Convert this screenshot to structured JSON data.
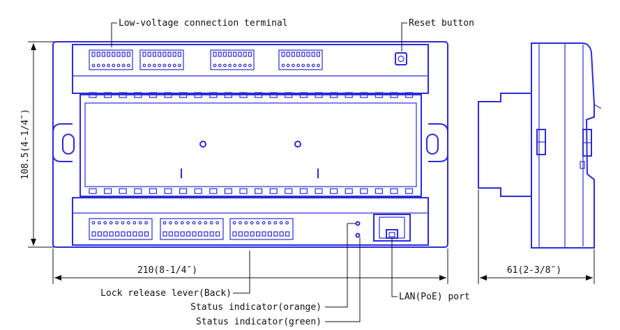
{
  "labels": {
    "terminal_top": "Low-voltage connection terminal",
    "reset": "Reset button",
    "lock_release": "Lock release lever(Back)",
    "status_orange": "Status indicator(orange)",
    "status_green": "Status indicator(green)",
    "lan_port": "LAN(PoE) port"
  },
  "dimensions": {
    "width": "210(8-1/4″)",
    "height": "108.5(4-1/4″)",
    "depth": "61(2-3/8″)"
  },
  "colors": {
    "outline": "#2b2bd9",
    "text": "#111111"
  }
}
